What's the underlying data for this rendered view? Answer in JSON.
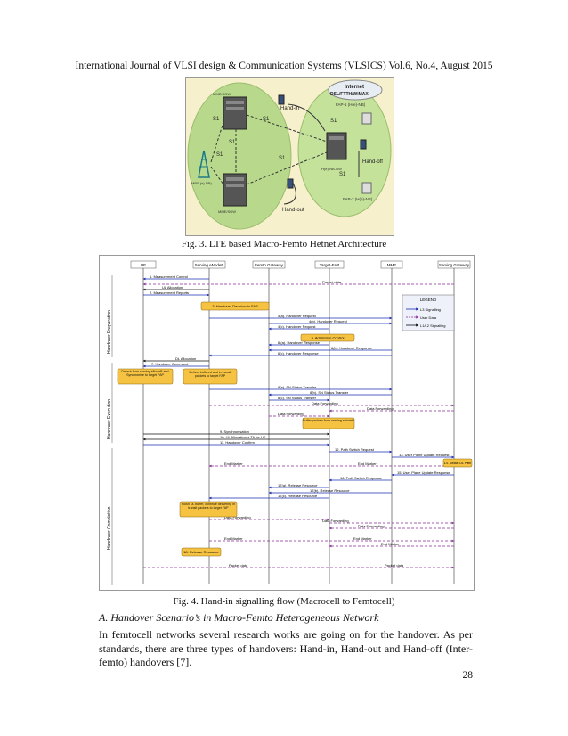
{
  "header": "International Journal of VLSI design & Communication Systems (VLSICS) Vol.6, No.4, August 2015",
  "fig3": {
    "caption": "Fig.  3. LTE based Macro-Femto Hetnet Architecture",
    "labels": {
      "internet": "Internet",
      "backhaul": "DSL/FTTH/WiMAX",
      "mme_sgw_1": "MME/SGW",
      "mme_sgw_2": "MME/SGW",
      "fap1": "FAP-1 (H(e)-NB)",
      "fap2": "FAP-2 (H(e)-NB)",
      "hnb_gw": "H(e)-NB-GW",
      "mbs": "MBS (e)-NB)",
      "hand_in": "Hand-in",
      "hand_off": "Hand-off",
      "hand_out": "Hand-out",
      "s1": "S1"
    }
  },
  "fig4": {
    "caption": "Fig. 4. Hand-in signalling flow (Macrocell to Femtocell)",
    "entities": [
      "UE",
      "Serving eNodeB",
      "Femto Gateway",
      "Target-FAP",
      "MME",
      "Serving Gateway"
    ],
    "phases": [
      "Handover Preparation",
      "Handover Execution",
      "Handover Completion"
    ],
    "legend": {
      "title": "LEGEND",
      "l3": "L3 Signalling",
      "user_data": "User Data",
      "l1l2": "L1/L2 Signalling"
    },
    "messages": [
      "1. Measurement Control",
      "Packet data",
      "UL Allocation",
      "2. Measurement Reports",
      "4(a). Handover Request",
      "4(b). Handover Request",
      "4(c). Handover Request",
      "6.(a). Handover Response",
      "6(b). Handover Response",
      "6(c). Handover Response",
      "DL Allocation",
      "7. Handover Command",
      "8(a). SN Status Transfer",
      "8(b). SN Status Transfer",
      "8(c). SN Status Transfer",
      "Data Forwarding",
      "9. Synchronisation",
      "10. UL Allocation + TA for UE",
      "11. Handover Confirm",
      "12. Path Switch Request",
      "13. User Plane Update Request",
      "End Marker",
      "15. User Plane Update Response",
      "16. Path Switch Response",
      "17(a). Release Resource",
      "17(b). Release Resource",
      "17(c). Release Resource"
    ],
    "boxes": {
      "b3": "3. Handover Decision to FAP",
      "b5": "5. Admission Control",
      "detach": "Detach from serving eNodeB and Synchronise to target FAP",
      "deliver": "Deliver buffered and in transit packets to target FAP",
      "buffer": "Buffer packets from serving eNodeB",
      "b14": "14. Switch DL Path",
      "flush": "Flush DL buffer, continue delivering in transit packets to target FAP",
      "b18": "18. Release Resource"
    }
  },
  "section_heading": "A. Handover Scenario’s in Macro-Femto Heterogeneous Network",
  "body_text": "In femtocell networks several research works are going on for the handover. As per standards, there are three types of handovers: Hand-in, Hand-out and Hand-off (Inter-femto) handovers [7].",
  "page_number": "28"
}
